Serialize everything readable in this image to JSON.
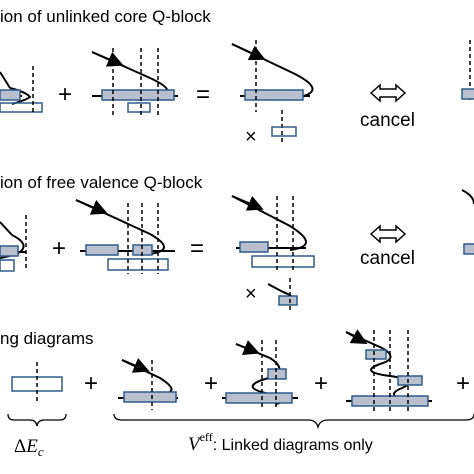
{
  "rows": [
    {
      "title": "ion of unlinked core Q-block",
      "cancel_label": "cancel"
    },
    {
      "title": "ion of free valence Q-block",
      "cancel_label": "cancel"
    },
    {
      "title": "ng diagrams"
    }
  ],
  "operators": {
    "plus": "+",
    "equals": "=",
    "times": "×"
  },
  "bottom": {
    "delta_symbol": "Δ",
    "delta_var": "E",
    "delta_sub": "c",
    "veff_symbol": "V",
    "veff_sup": "eff",
    "veff_caption": ": Linked diagrams only"
  },
  "colors": {
    "filled_bar": "#b7c0cc",
    "outline_bar": "#2f5b8c",
    "line": "#000000"
  }
}
